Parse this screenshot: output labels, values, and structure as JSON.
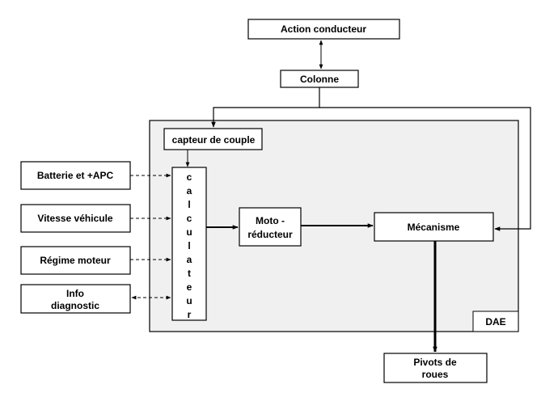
{
  "diagram": {
    "nodes": {
      "action_conducteur": "Action conducteur",
      "colonne": "Colonne",
      "capteur_de_couple": "capteur de couple",
      "calculateur_letters": [
        "c",
        "a",
        "l",
        "c",
        "u",
        "l",
        "a",
        "t",
        "e",
        "u",
        "r"
      ],
      "moto_reducteur_line1": "Moto -",
      "moto_reducteur_line2": "réducteur",
      "mecanisme": "Mécanisme",
      "pivots_line1": "Pivots de",
      "pivots_line2": "roues",
      "batterie": "Batterie et +APC",
      "vitesse": "Vitesse véhicule",
      "regime": "Régime moteur",
      "info_line1": "Info",
      "info_line2": "diagnostic",
      "dae": "DAE"
    },
    "colors": {
      "line": "#000000",
      "dae_fill": "#f0f0f0",
      "box_fill": "#ffffff"
    }
  }
}
